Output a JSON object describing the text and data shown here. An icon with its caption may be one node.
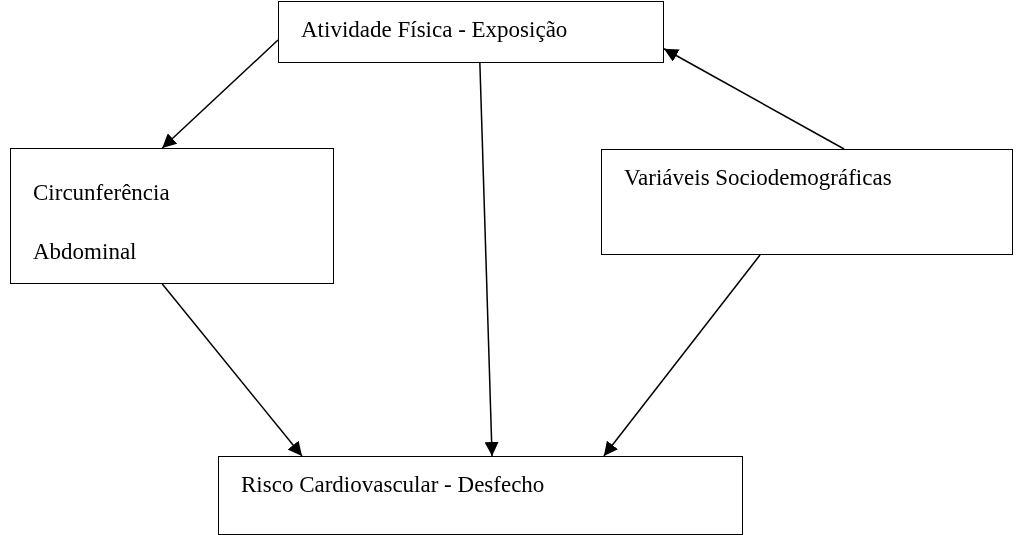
{
  "diagram": {
    "nodes": [
      {
        "text": [
          "Atividade Física - Exposição"
        ]
      },
      {
        "text": [
          "Circunferência Abdominal"
        ]
      },
      {
        "text": [
          "Variáveis Sociodemográficas"
        ]
      },
      {
        "text": [
          "Risco Cardiovascular - Desfecho"
        ]
      }
    ],
    "edges": [
      {
        "from": 0,
        "to": 1,
        "arrow": "to"
      },
      {
        "from": 0,
        "to": 3,
        "arrow": "to"
      },
      {
        "from": 1,
        "to": 3,
        "arrow": "to"
      },
      {
        "from": 2,
        "to": 3,
        "arrow": "to"
      },
      {
        "from": 2,
        "to": 0,
        "arrow": "to"
      }
    ]
  }
}
